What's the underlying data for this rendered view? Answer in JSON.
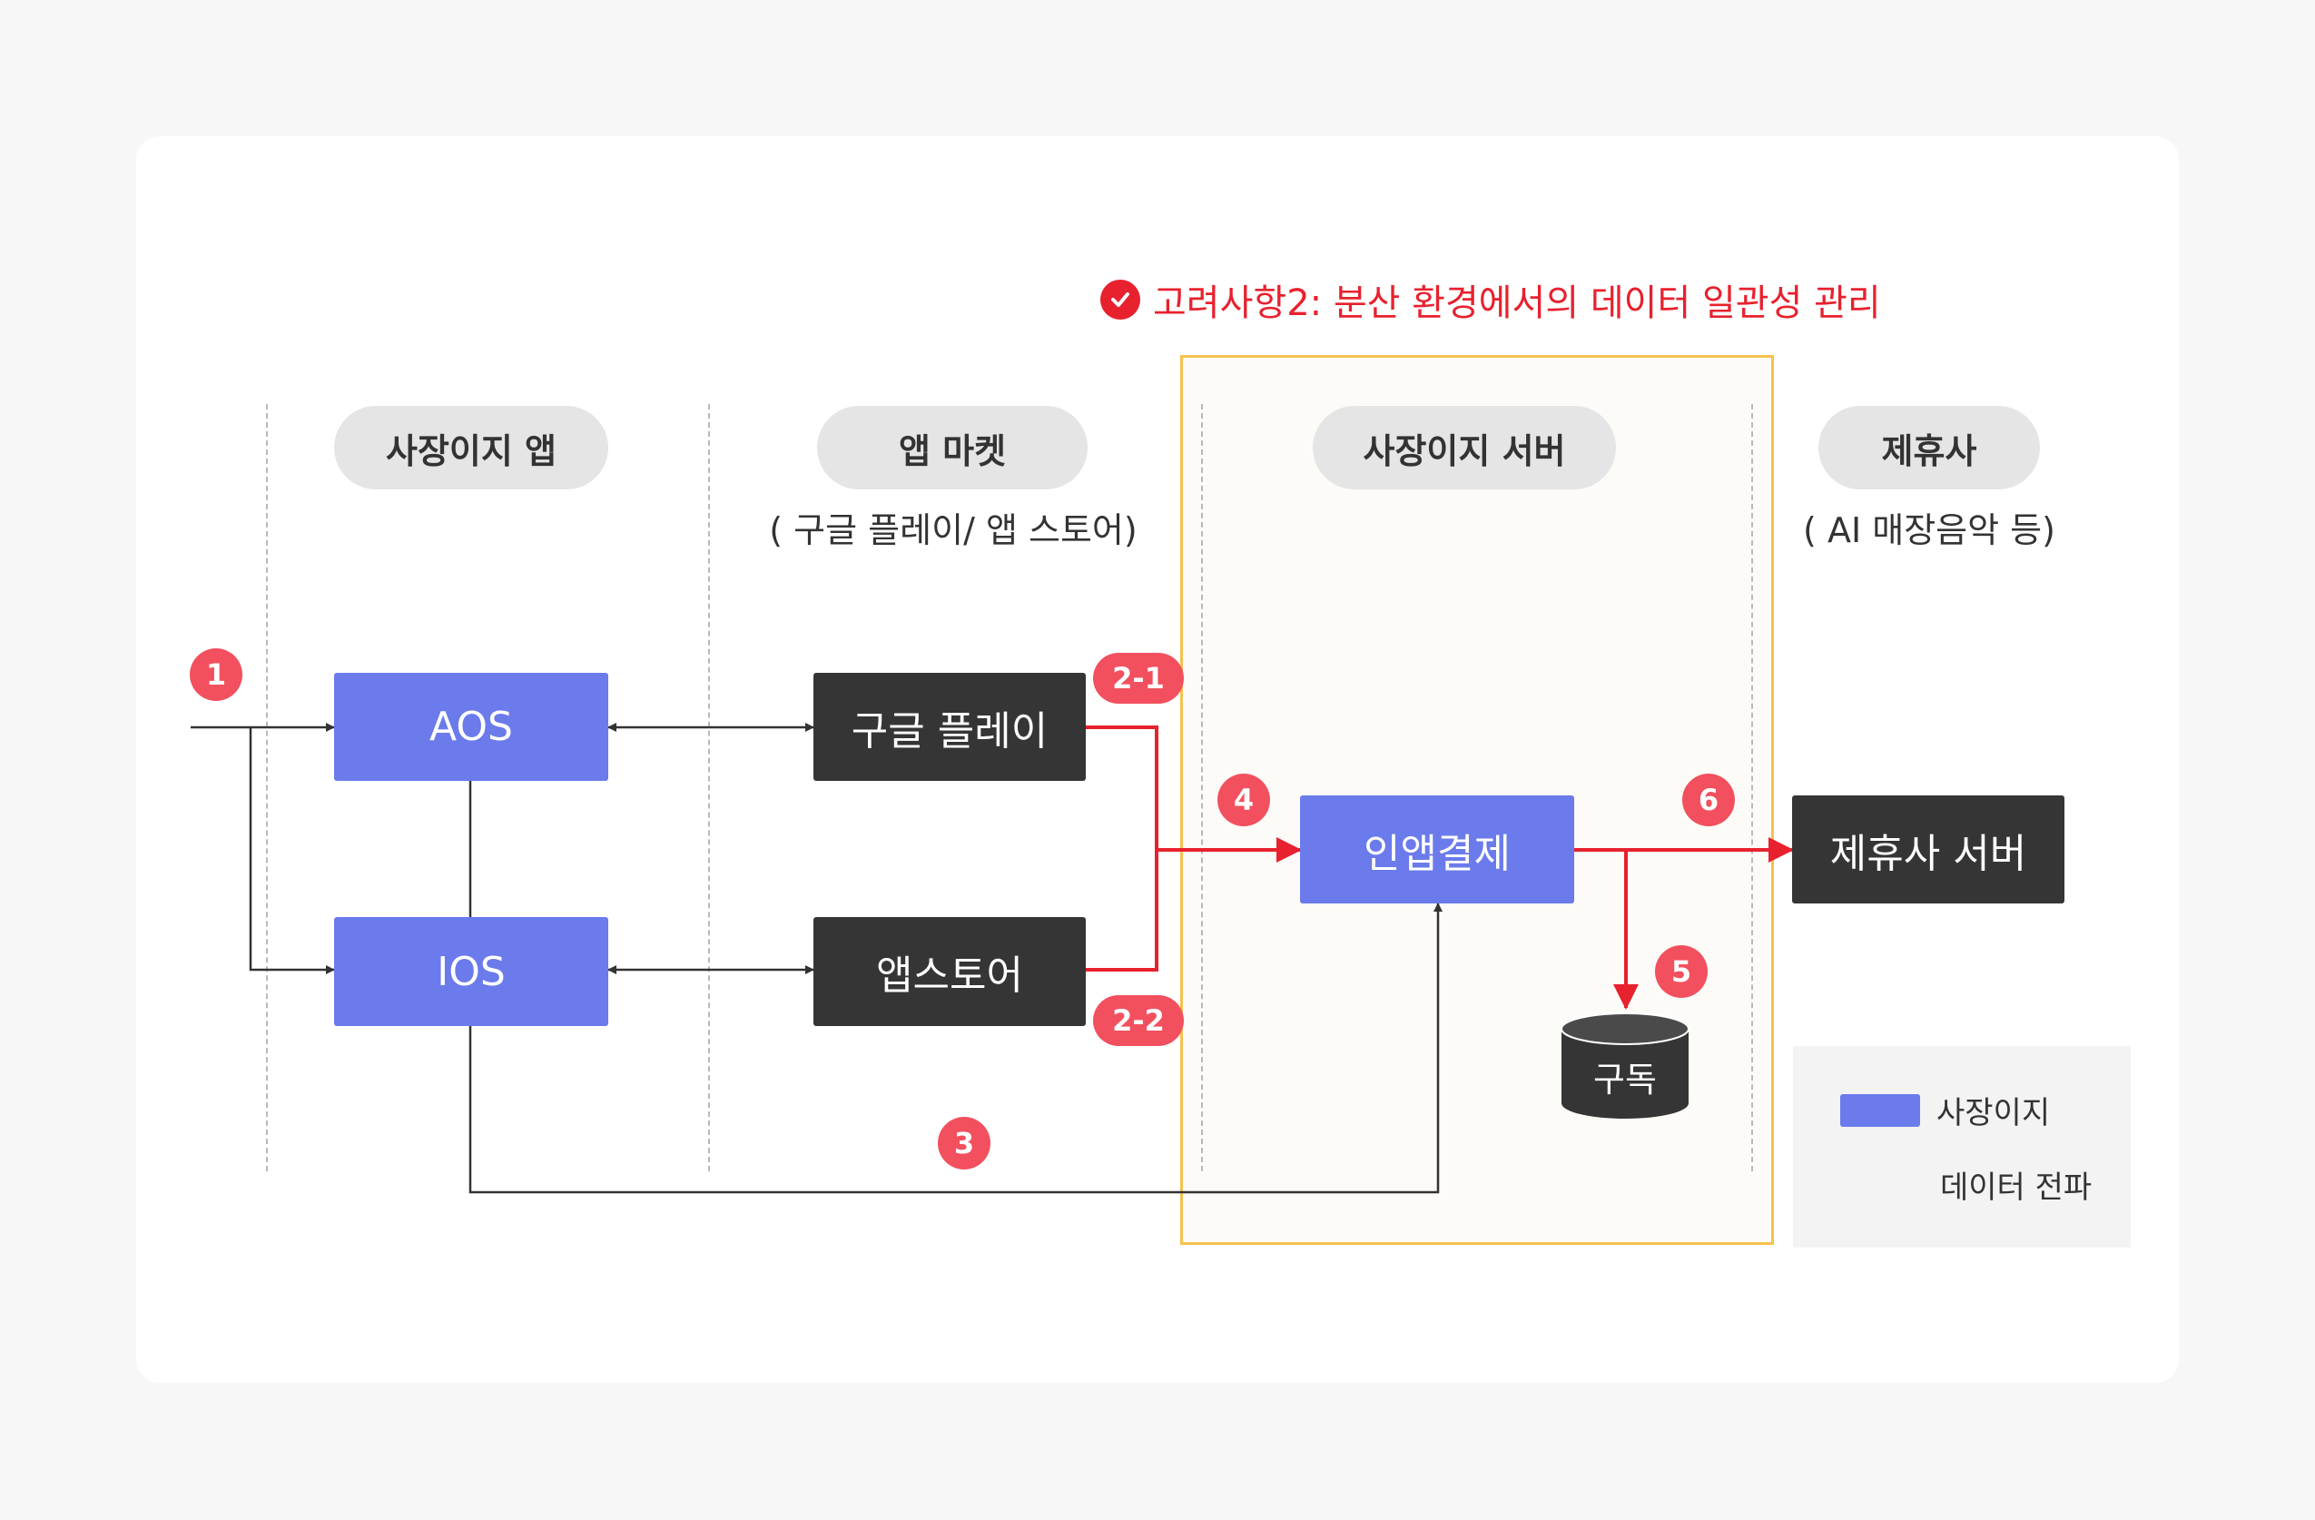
{
  "title": "고려사항2: 분산 환경에서의 데이터 일관성 관리",
  "columns": [
    {
      "label": "사장이지 앱",
      "sub": ""
    },
    {
      "label": "앱 마켓",
      "sub": "( 구글 플레이/ 앱 스토어)"
    },
    {
      "label": "사장이지 서버",
      "sub": ""
    },
    {
      "label": "제휴사",
      "sub": "( AI 매장음악 등)"
    }
  ],
  "nodes": {
    "aos": "AOS",
    "ios": "IOS",
    "google_play": "구글 플레이",
    "app_store": "앱스토어",
    "inapp": "인앱결제",
    "partner_server": "제휴사 서버",
    "subscription_db": "구독"
  },
  "badges": {
    "b1": "1",
    "b2_1": "2-1",
    "b2_2": "2-2",
    "b3": "3",
    "b4": "4",
    "b5": "5",
    "b6": "6"
  },
  "legend": {
    "app_label": "사장이지",
    "flow_label": "데이터 전파"
  },
  "colors": {
    "accent_red": "#e8212e",
    "app_blue": "#6b7beb",
    "dark_node": "#353535",
    "badge_red": "#f2505e",
    "focus_border": "#f5c24e"
  }
}
